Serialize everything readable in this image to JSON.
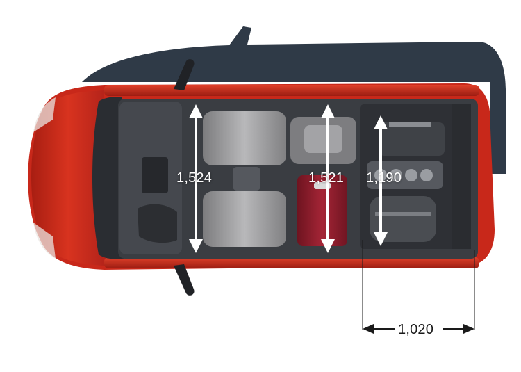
{
  "image": {
    "subject": "car-top-view",
    "colors": {
      "background": "#ffffff",
      "shadow": "#2f3a47",
      "body_red": "#c8281a",
      "body_red_dark": "#8e1a10",
      "interior": "#3a3d42",
      "seat": "#9a9a9a",
      "suitcase_red": "#8e1d2a",
      "arrow_white": "#ffffff",
      "arrow_dark": "#1a1a1a"
    }
  },
  "dimensions": {
    "front_seat_width": "1,524",
    "middle_seat_width": "1,521",
    "rear_width": "1,190",
    "rear_length": "1,020"
  }
}
